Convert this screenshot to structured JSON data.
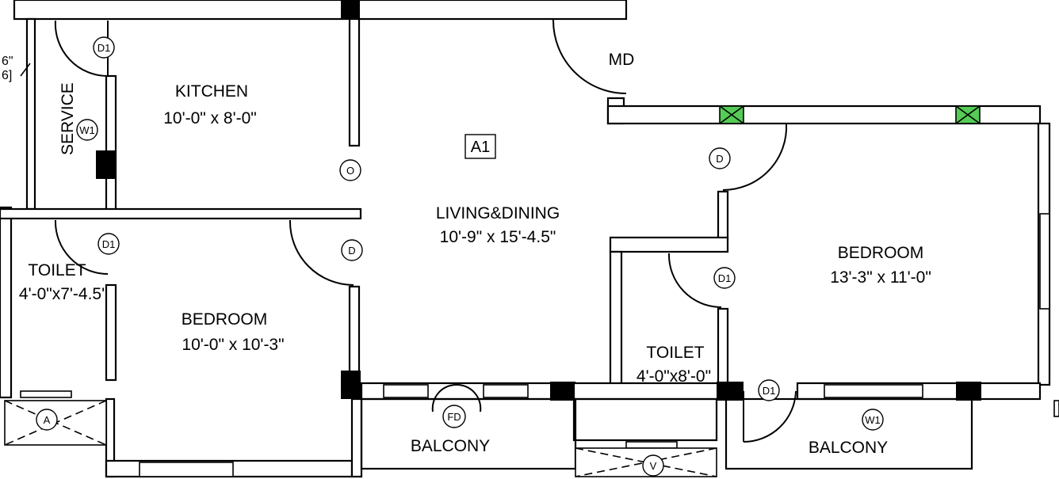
{
  "rooms": {
    "kitchen": {
      "name": "KITCHEN",
      "size": "10'-0\" x 8'-0\""
    },
    "service": {
      "name": "SERVICE"
    },
    "living": {
      "name": "LIVING&DINING",
      "size": "10'-9\" x 15'-4.5\""
    },
    "bedroom_left": {
      "name": "BEDROOM",
      "size": "10'-0\" x 10'-3\""
    },
    "bedroom_right": {
      "name": "BEDROOM",
      "size": "13'-3\" x 11'-0\""
    },
    "toilet_left": {
      "name": "TOILET",
      "size": "4'-0\"x7'-4.5'"
    },
    "toilet_mid": {
      "name": "TOILET",
      "size": "4'-0\"x8'-0\""
    },
    "balcony_mid": {
      "name": "BALCONY"
    },
    "balcony_right": {
      "name": "BALCONY"
    }
  },
  "tags": {
    "main_door": "MD",
    "unit": "A1",
    "d1": "D1",
    "d": "D",
    "w1": "W1",
    "o": "O",
    "fd": "FD",
    "a": "A",
    "v": "V"
  },
  "edge_marks": {
    "dim_top": "6\"",
    "dim_bottom": "6]"
  },
  "colors": {
    "wall": "#000000",
    "background": "#ffffff",
    "window_marker": "#55cc55"
  }
}
